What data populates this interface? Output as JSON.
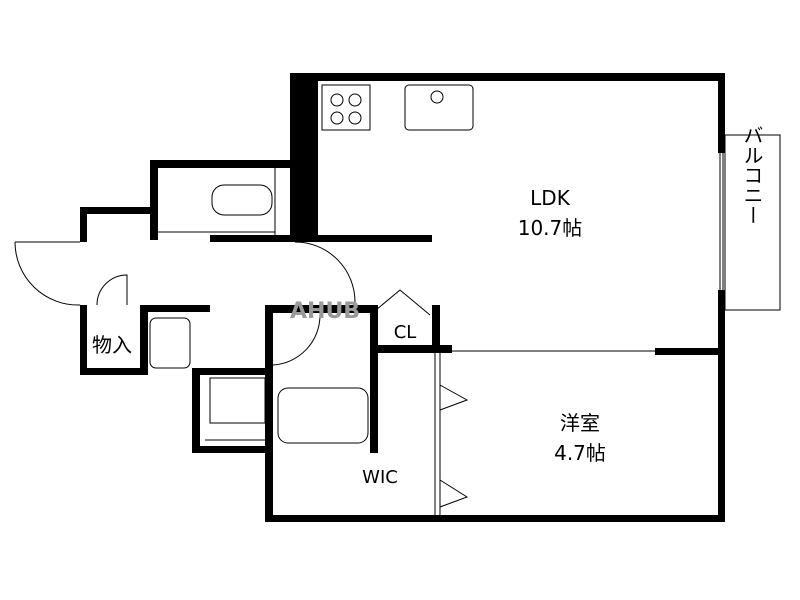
{
  "rooms": {
    "ldk": {
      "name": "LDK",
      "size": "10.7帖"
    },
    "western": {
      "name": "洋室",
      "size": "4.7帖"
    },
    "balcony": {
      "name": "バルコニー"
    },
    "storage": {
      "name": "物入"
    },
    "closet": {
      "name": "CL"
    },
    "wic": {
      "name": "WIC"
    }
  },
  "watermark": "AHUB",
  "colors": {
    "wall": "#000000",
    "line": "#000000",
    "watermark": "#9a9a9a"
  }
}
